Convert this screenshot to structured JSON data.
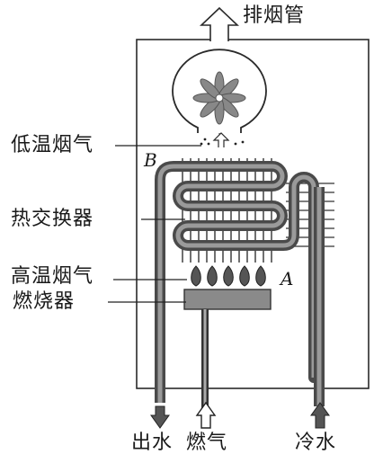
{
  "labels": {
    "exhaust_pipe": "排烟管",
    "low_temp_flue_gas": "低温烟气",
    "heat_exchanger": "热交换器",
    "high_temp_flue_gas": "高温烟气",
    "burner": "燃烧器",
    "water_out": "出水",
    "gas": "燃气",
    "cold_water": "冷水"
  },
  "points": {
    "b": "B",
    "a": "A"
  }
}
